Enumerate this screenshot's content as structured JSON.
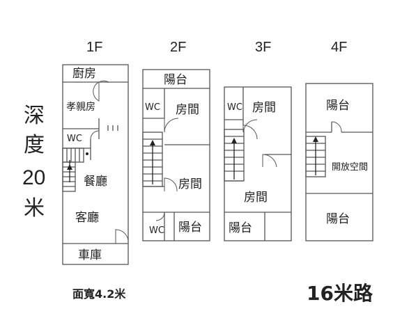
{
  "floors": {
    "f1": {
      "title": "1F",
      "rooms": {
        "kitchen": "廚房",
        "parents_room": "孝親房",
        "wc": "WC",
        "dining": "餐廳",
        "living": "客廳",
        "garage": "車庫"
      }
    },
    "f2": {
      "title": "2F",
      "rooms": {
        "balcony_top": "陽台",
        "wc_top": "WC",
        "room_top": "房間",
        "room_mid": "房間",
        "wc_bottom": "WC",
        "balcony_bottom": "陽台"
      }
    },
    "f3": {
      "title": "3F",
      "rooms": {
        "wc": "WC",
        "room_top": "房間",
        "room_bottom": "房間",
        "balcony": "陽台"
      }
    },
    "f4": {
      "title": "4F",
      "rooms": {
        "balcony_top": "陽台",
        "open_space": "開放空間",
        "balcony_bottom": "陽台"
      }
    }
  },
  "depth_label": [
    "深",
    "度",
    "20",
    "米"
  ],
  "width_label": "面寬4.2米",
  "road_label": "16米路"
}
